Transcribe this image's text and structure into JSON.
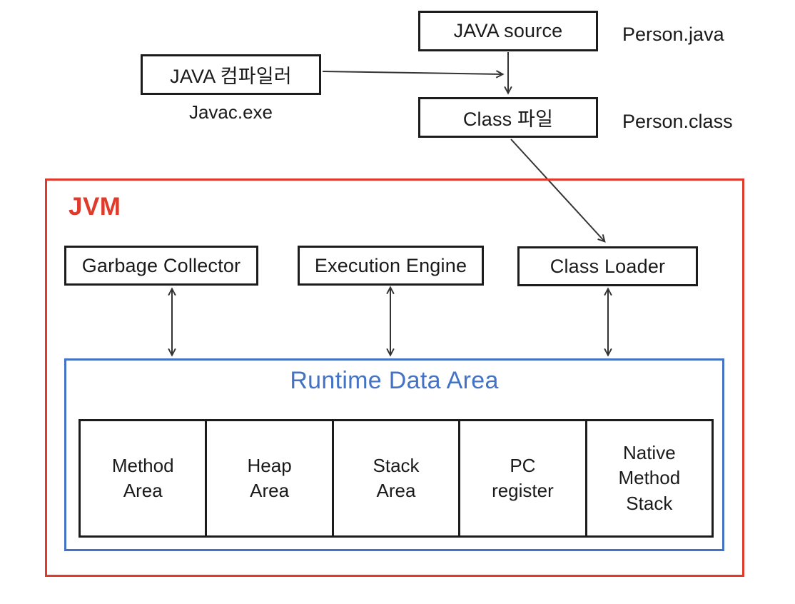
{
  "colors": {
    "red": "#e03a2b",
    "blue": "#4472c4",
    "ink": "#1c1c1c",
    "line": "#333333",
    "bg": "#ffffff"
  },
  "pipeline": {
    "java_source": "JAVA source",
    "person_java": "Person.java",
    "java_compiler": "JAVA 컴파일러",
    "javac_exe": "Javac.exe",
    "class_file": "Class 파일",
    "person_class": "Person.class"
  },
  "jvm": {
    "label": "JVM",
    "components": [
      {
        "label": "Garbage Collector"
      },
      {
        "label": "Execution Engine"
      },
      {
        "label": "Class Loader"
      }
    ],
    "runtime_data_area": {
      "title": "Runtime Data Area",
      "cells": [
        "Method\nArea",
        "Heap\nArea",
        "Stack\nArea",
        "PC\nregister",
        "Native\nMethod\nStack"
      ]
    }
  }
}
